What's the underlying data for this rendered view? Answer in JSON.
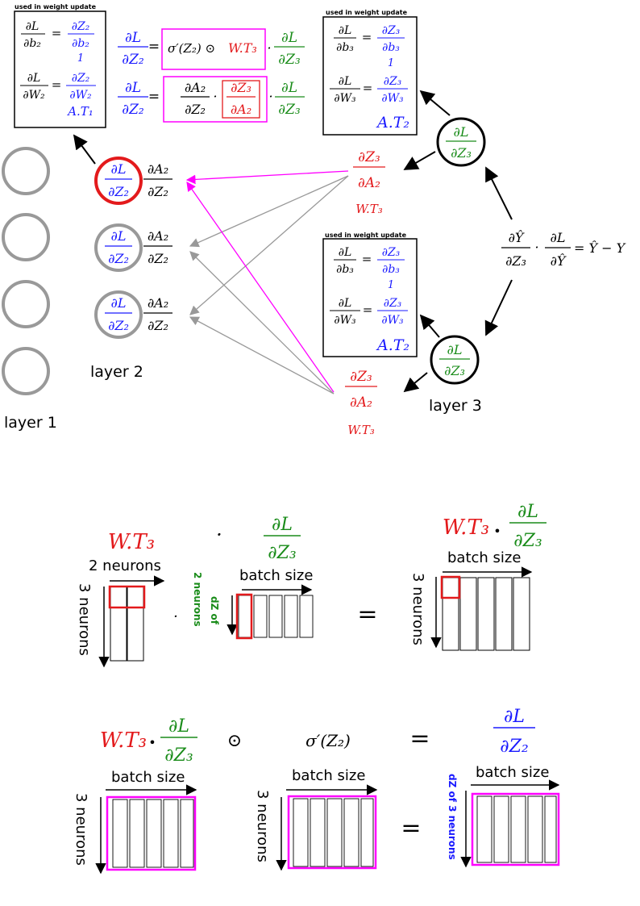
{
  "colors": {
    "red": "#e31a1c",
    "blue": "#1a1aff",
    "green": "#1a8c1a",
    "magenta": "#ff00ff",
    "gray": "#999999",
    "black": "#000000"
  },
  "labels": {
    "used_in_weight_update": "used in weight update",
    "layer1": "layer 1",
    "layer2": "layer 2",
    "layer3": "layer 3",
    "two_neurons": "2 neurons",
    "three_neurons": "3 neurons",
    "batch_size": "batch size",
    "dz_of_2_neurons_line1": "dZ of",
    "dz_of_2_neurons_line2": "2 neurons",
    "dz_of_3_neurons": "dZ  of 3 neurons"
  },
  "math": {
    "dL": "∂L",
    "dZ2": "∂Z₂",
    "dZ3": "∂Z₃",
    "dA2": "∂A₂",
    "db2": "∂b₂",
    "db3": "∂b₃",
    "dW2": "∂W₂",
    "dW3": "∂W₃",
    "one": "1",
    "AT1": "A.T₁",
    "AT2": "A.T₂",
    "WT3": "W.T₃",
    "sigma_prime_z2": "σ′(Z₂)",
    "sigma_prime_z2_odot_WT3": "σ′(Z₂) ⊙ W.T₃",
    "dYhat": "∂Ŷ",
    "Yhat_minus_Y": "= Ŷ − Y",
    "equals": "=",
    "dot": "·",
    "odot": "⊙",
    "bullet": "•"
  }
}
